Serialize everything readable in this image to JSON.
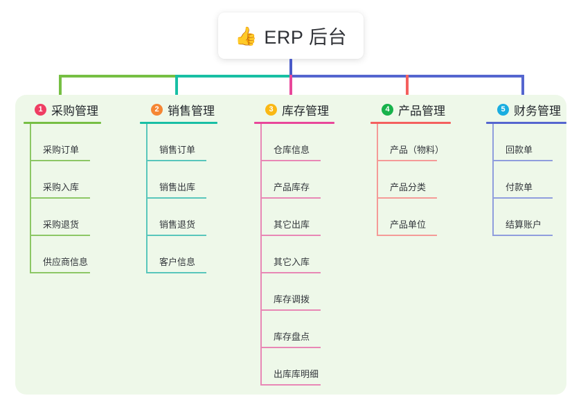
{
  "title": {
    "emoji": "👍",
    "emoji_name": "thumbs-up-icon",
    "text": "ERP 后台"
  },
  "colors": {
    "panel_bg": "#eef8e9",
    "page_bg": "#ffffff",
    "stem": "#4a5ac8",
    "connector_green": "#76bf43",
    "connector_teal": "#18bfa4",
    "connector_blue": "#5566cf",
    "drop_green": "#76bf43",
    "drop_teal": "#18bfa4",
    "drop_pink": "#e8479a",
    "drop_red": "#f4605e",
    "drop_blue": "#5566cf"
  },
  "columns": [
    {
      "index": "1",
      "title": "采购管理",
      "badge_color": "#ef3e63",
      "rule_color": "#76bf43",
      "line_color": "#8cc765",
      "items": [
        "采购订单",
        "采购入库",
        "采购退货",
        "供应商信息"
      ]
    },
    {
      "index": "2",
      "title": "销售管理",
      "badge_color": "#f58634",
      "rule_color": "#18bfa4",
      "line_color": "#58c6bb",
      "items": [
        "销售订单",
        "销售出库",
        "销售退货",
        "客户信息"
      ]
    },
    {
      "index": "3",
      "title": "库存管理",
      "badge_color": "#fab815",
      "rule_color": "#e8479a",
      "line_color": "#e887b5",
      "items": [
        "仓库信息",
        "产品库存",
        "其它出库",
        "其它入库",
        "库存调拨",
        "库存盘点",
        "出库库明细"
      ]
    },
    {
      "index": "4",
      "title": "产品管理",
      "badge_color": "#17b24b",
      "rule_color": "#f4605e",
      "line_color": "#f59a97",
      "items": [
        "产品（物料）",
        "产品分类",
        "产品单位"
      ]
    },
    {
      "index": "5",
      "title": "财务管理",
      "badge_color": "#1aade0",
      "rule_color": "#5566cf",
      "line_color": "#8f9ddd",
      "items": [
        "回款单",
        "付款单",
        "结算账户"
      ]
    }
  ]
}
